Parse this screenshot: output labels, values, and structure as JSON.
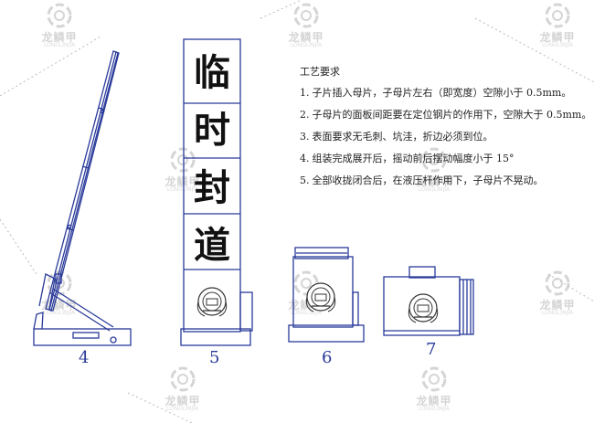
{
  "watermark": {
    "brand": "龙鳞甲",
    "sub": "LONGLINJIA"
  },
  "sign": {
    "characters": [
      "临",
      "时",
      "封",
      "道"
    ]
  },
  "figure_labels": [
    "4",
    "5",
    "6",
    "7"
  ],
  "requirements": {
    "title": "工艺要求",
    "items": [
      {
        "num": "1.",
        "text": "子片插入母片，子母片左右（即宽度）空隙小于 0.5mm。"
      },
      {
        "num": "2.",
        "text": "子母片的面板间距要在定位钢片的作用下，空隙大于 0.5mm。"
      },
      {
        "num": "3.",
        "text": "表面要求无毛刺、坑洼，折边必须到位。"
      },
      {
        "num": "4.",
        "text": "组装完成展开后，摇动前后摆动幅度小于 15°"
      },
      {
        "num": "5.",
        "text": "全部收拢闭合后，在液压杆作用下，子母片不晃动。"
      }
    ]
  },
  "colors": {
    "line": "#2a3a9a",
    "watermark": "#8a8a8a",
    "text": "#222222"
  }
}
